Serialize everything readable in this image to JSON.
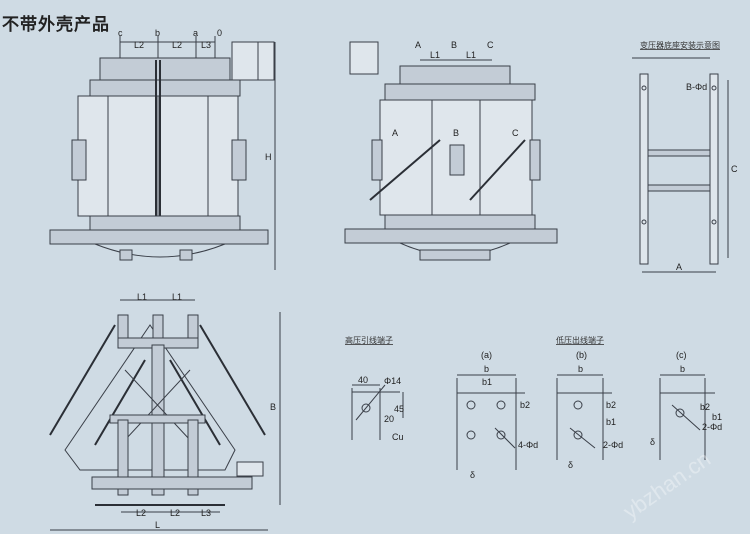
{
  "title": "不带外壳产品",
  "front_view": {
    "phase_labels": [
      "c",
      "b",
      "a",
      "0"
    ],
    "dims": [
      "L2",
      "L2",
      "L3"
    ],
    "height": "H"
  },
  "side_view": {
    "phase_labels": [
      "A",
      "B",
      "C"
    ],
    "dims": [
      "L1",
      "L1"
    ],
    "coil_labels": [
      "A",
      "B",
      "C"
    ]
  },
  "base_view": {
    "caption": "变压器底座安装示意图",
    "hole": "B-Φd",
    "width": "A",
    "length": "C"
  },
  "top_view": {
    "top_dims": [
      "L1",
      "L1"
    ],
    "bottom_dims": [
      "L2",
      "L2",
      "L3"
    ],
    "length": "L",
    "depth": "B"
  },
  "hv_terminal": {
    "caption": "高压引线端子",
    "width": "40",
    "hole": "Φ14",
    "height": "45",
    "offset": "20",
    "note": "Cu"
  },
  "lv_terminals": {
    "caption": "低压出线端子",
    "variants": [
      {
        "label": "(a)",
        "b": "b",
        "b1": "b1",
        "b2": "b2",
        "holes": "4-Φd",
        "note": "δ"
      },
      {
        "label": "(b)",
        "b": "b",
        "b1": "b1",
        "b2": "b2",
        "holes": "2-Φd",
        "note": "δ"
      },
      {
        "label": "(c)",
        "b": "b",
        "b1": "b1",
        "b2": "b2",
        "holes": "2-Φd",
        "note": "δ"
      }
    ]
  },
  "watermark": "ybzhan.cn"
}
